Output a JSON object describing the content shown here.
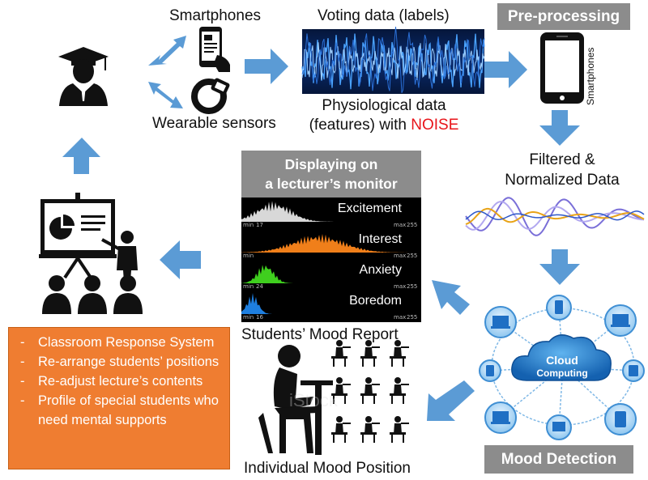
{
  "labels": {
    "smartphones": "Smartphones",
    "voting_data": "Voting data (labels)",
    "wearable_sensors": "Wearable sensors",
    "physio_line1": "Physiological data",
    "physio_line2_pre": "(features) with ",
    "physio_noise": "NOISE",
    "preprocessing": "Pre-processing",
    "smartphones_vertical": "Smartphones",
    "filtered_line1": "Filtered &",
    "filtered_line2": "Normalized Data",
    "display_line1": "Displaying on",
    "display_line2": "a lecturer’s monitor",
    "mood_report": "Students’ Mood Report",
    "individual_mood": "Individual Mood Position",
    "mood_detection": "Mood Detection",
    "cloud_line1": "Cloud",
    "cloud_line2": "Computing"
  },
  "monitor_rows": [
    {
      "label": "Excitement",
      "min": "min",
      "max": "max",
      "min_val": "17",
      "max_val": "255",
      "color": "#d8d8d8"
    },
    {
      "label": "Interest",
      "min": "min",
      "max": "max",
      "min_val": "",
      "max_val": "255",
      "color": "#f07f1a"
    },
    {
      "label": "Anxiety",
      "min": "min",
      "max": "max",
      "min_val": "24",
      "max_val": "255",
      "color": "#3fcf1e"
    },
    {
      "label": "Boredom",
      "min": "min",
      "max": "max",
      "min_val": "16",
      "max_val": "255",
      "color": "#1e7fe0"
    }
  ],
  "actions": [
    "Classroom Response System",
    "Re-arrange students’ positions",
    "Re-adjust lecture’s contents",
    "Profile of special students who need mental supports"
  ],
  "colors": {
    "arrow": "#5b9bd5",
    "orange": "#ef7d31",
    "gray_box": "#8c8c8c",
    "noise": "#e8141a"
  }
}
